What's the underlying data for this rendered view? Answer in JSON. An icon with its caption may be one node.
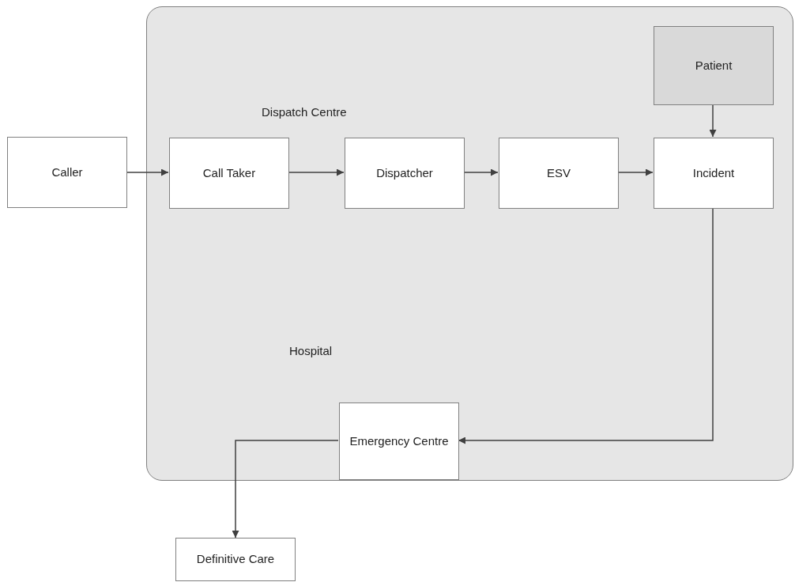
{
  "diagram": {
    "nodes": [
      {
        "text": [
          "Dispatch Centre",
          "Hospital"
        ]
      },
      {
        "text": [
          "Caller"
        ]
      },
      {
        "text": [
          "Call Taker"
        ],
        "in": 0
      },
      {
        "text": [
          "Dispatcher"
        ],
        "in": 0
      },
      {
        "text": [
          "ESV"
        ],
        "in": 0
      },
      {
        "text": [
          "Patient"
        ],
        "in": 0
      },
      {
        "text": [
          "Incident"
        ],
        "in": 0
      },
      {
        "text": [
          "Emergency Centre"
        ],
        "in": 0
      },
      {
        "text": [
          "Definitive Care"
        ]
      }
    ],
    "edges": [
      {
        "from": 1,
        "to": 2,
        "arrow": "to"
      },
      {
        "from": 2,
        "to": 3,
        "arrow": "to"
      },
      {
        "from": 3,
        "to": 4,
        "arrow": "to"
      },
      {
        "from": 4,
        "to": 6,
        "arrow": "to"
      },
      {
        "from": 5,
        "to": 6,
        "arrow": "to"
      },
      {
        "from": 6,
        "to": 7,
        "arrow": "to"
      },
      {
        "from": 7,
        "to": 8,
        "arrow": "to"
      }
    ]
  }
}
